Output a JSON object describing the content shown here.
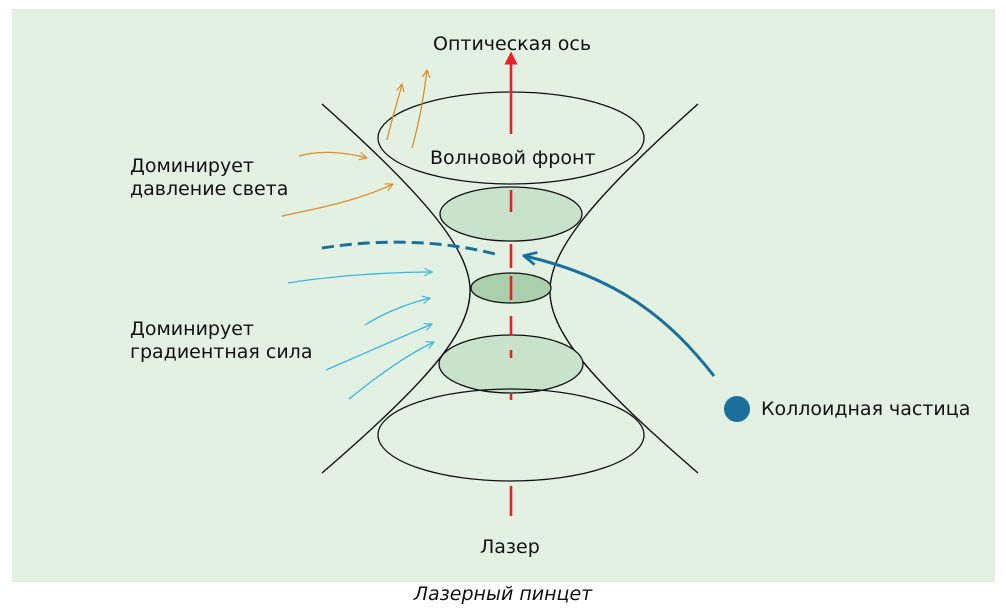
{
  "diagram": {
    "axis_label": "Оптическая ось",
    "wavefront_label": "Волновой фронт",
    "laser_label": "Лазер",
    "light_pressure_label": [
      "Доминирует",
      "давление света"
    ],
    "gradient_force_label": [
      "Доминирует",
      "градиентная сила"
    ],
    "particle_label": "Коллоидная частица"
  },
  "caption": "Лазерный пинцет",
  "colors": {
    "background": "#e3f1e2",
    "axis": "#e8202a",
    "pressure_arrows": "#de8c2a",
    "gradient_arrows": "#36b6e4",
    "particle": "#1a6f9c",
    "ellipse_fill_light": "#c9e2cb",
    "ellipse_fill_dark": "#a9cfac",
    "outline": "#111111"
  }
}
